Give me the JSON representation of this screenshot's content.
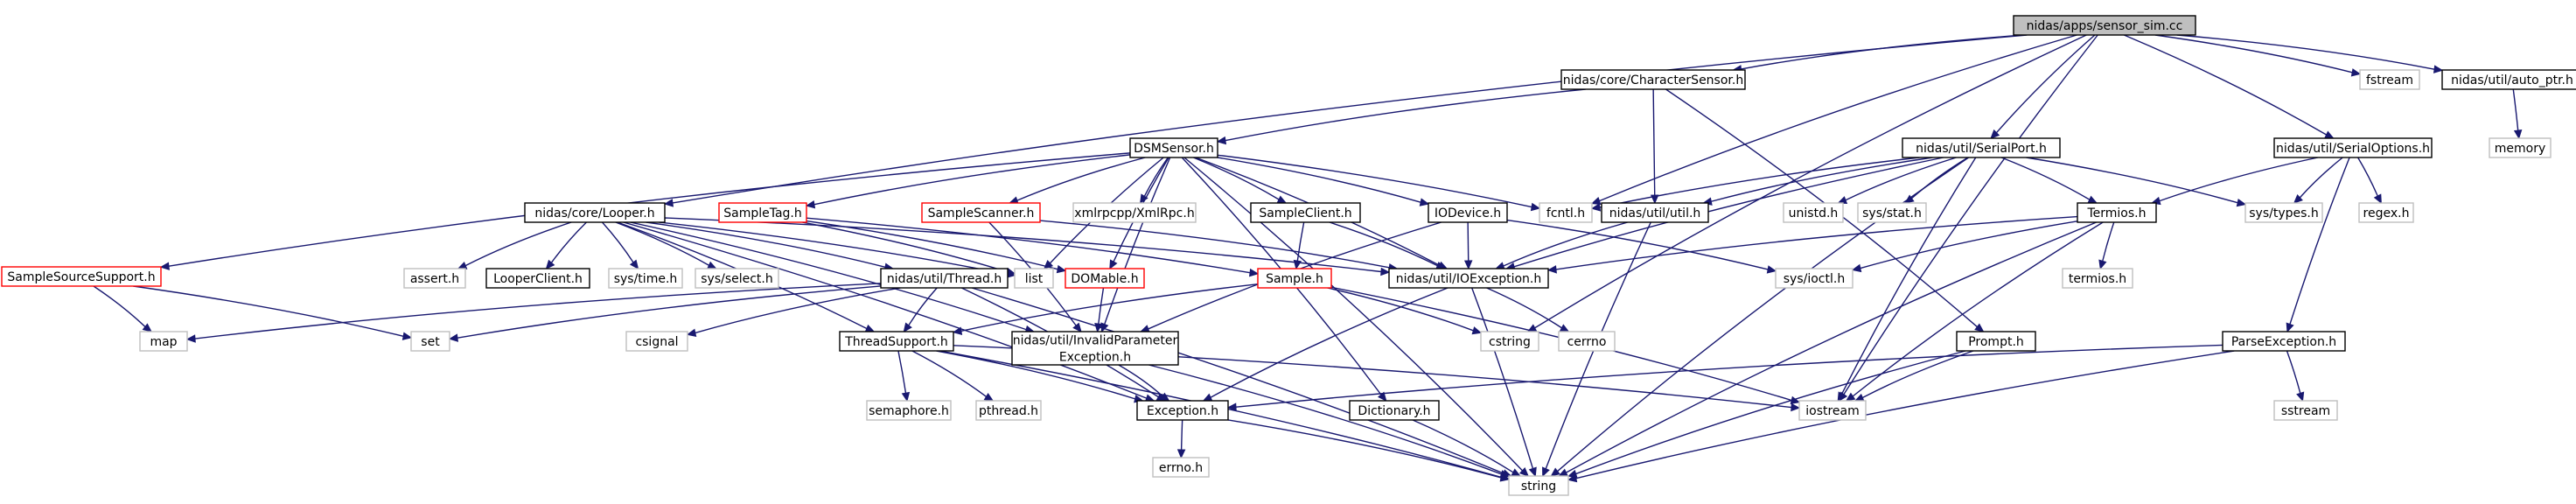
{
  "diagram": {
    "colors": {
      "edge": "#191970",
      "root_fill": "#bfbfbf",
      "box_border": "#000000",
      "flagged_border": "#ff0000",
      "external_border": "#bfbfbf"
    },
    "nodes": [
      {
        "id": "root",
        "label": "nidas/apps/sensor_sim.cc",
        "style": "root"
      },
      {
        "id": "charsensor",
        "label": "nidas/core/CharacterSensor.h",
        "style": "normal"
      },
      {
        "id": "dsmsensor",
        "label": "DSMSensor.h",
        "style": "normal"
      },
      {
        "id": "looper",
        "label": "nidas/core/Looper.h",
        "style": "normal"
      },
      {
        "id": "sampletag",
        "label": "SampleTag.h",
        "style": "red"
      },
      {
        "id": "samplescanner",
        "label": "SampleScanner.h",
        "style": "red"
      },
      {
        "id": "xmlrpc",
        "label": "xmlrpcpp/XmlRpc.h",
        "style": "grey"
      },
      {
        "id": "sampleclient",
        "label": "SampleClient.h",
        "style": "normal"
      },
      {
        "id": "iodevice",
        "label": "IODevice.h",
        "style": "normal"
      },
      {
        "id": "fcntl",
        "label": "fcntl.h",
        "style": "grey"
      },
      {
        "id": "utilh",
        "label": "nidas/util/util.h",
        "style": "normal"
      },
      {
        "id": "serialport",
        "label": "nidas/util/SerialPort.h",
        "style": "normal"
      },
      {
        "id": "serialoptions",
        "label": "nidas/util/SerialOptions.h",
        "style": "normal"
      },
      {
        "id": "fstream",
        "label": "fstream",
        "style": "grey"
      },
      {
        "id": "autoptr",
        "label": "nidas/util/auto_ptr.h",
        "style": "normal"
      },
      {
        "id": "memory",
        "label": "memory",
        "style": "grey"
      },
      {
        "id": "sss",
        "label": "SampleSourceSupport.h",
        "style": "red"
      },
      {
        "id": "assert",
        "label": "assert.h",
        "style": "grey"
      },
      {
        "id": "looperclient",
        "label": "LooperClient.h",
        "style": "normal"
      },
      {
        "id": "systime",
        "label": "sys/time.h",
        "style": "grey"
      },
      {
        "id": "sysselect",
        "label": "sys/select.h",
        "style": "grey"
      },
      {
        "id": "threadh",
        "label": "nidas/util/Thread.h",
        "style": "normal"
      },
      {
        "id": "list",
        "label": "list",
        "style": "grey"
      },
      {
        "id": "domable",
        "label": "DOMable.h",
        "style": "red"
      },
      {
        "id": "sample",
        "label": "Sample.h",
        "style": "red"
      },
      {
        "id": "ioexception",
        "label": "nidas/util/IOException.h",
        "style": "normal"
      },
      {
        "id": "unistd",
        "label": "unistd.h",
        "style": "grey"
      },
      {
        "id": "sysstat",
        "label": "sys/stat.h",
        "style": "grey"
      },
      {
        "id": "termios",
        "label": "Termios.h",
        "style": "normal"
      },
      {
        "id": "systypes",
        "label": "sys/types.h",
        "style": "grey"
      },
      {
        "id": "regex",
        "label": "regex.h",
        "style": "grey"
      },
      {
        "id": "map",
        "label": "map",
        "style": "grey"
      },
      {
        "id": "set",
        "label": "set",
        "style": "grey"
      },
      {
        "id": "csignal",
        "label": "csignal",
        "style": "grey"
      },
      {
        "id": "threadsupport",
        "label": "ThreadSupport.h",
        "style": "normal"
      },
      {
        "id": "invalidparam",
        "label": "nidas/util/InvalidParameter\nException.h",
        "style": "normal"
      },
      {
        "id": "cstring",
        "label": "cstring",
        "style": "grey"
      },
      {
        "id": "cerrno",
        "label": "cerrno",
        "style": "grey"
      },
      {
        "id": "sysioctl",
        "label": "sys/ioctl.h",
        "style": "grey"
      },
      {
        "id": "termiosh",
        "label": "termios.h",
        "style": "grey"
      },
      {
        "id": "prompt",
        "label": "Prompt.h",
        "style": "normal"
      },
      {
        "id": "parseexc",
        "label": "ParseException.h",
        "style": "normal"
      },
      {
        "id": "semaphore",
        "label": "semaphore.h",
        "style": "grey"
      },
      {
        "id": "pthread",
        "label": "pthread.h",
        "style": "grey"
      },
      {
        "id": "exception",
        "label": "Exception.h",
        "style": "normal"
      },
      {
        "id": "dictionary",
        "label": "Dictionary.h",
        "style": "normal"
      },
      {
        "id": "iostream",
        "label": "iostream",
        "style": "grey"
      },
      {
        "id": "sstream",
        "label": "sstream",
        "style": "grey"
      },
      {
        "id": "errno",
        "label": "errno.h",
        "style": "grey"
      },
      {
        "id": "string",
        "label": "string",
        "style": "grey"
      }
    ],
    "edges": [
      [
        "root",
        "charsensor"
      ],
      [
        "root",
        "looper"
      ],
      [
        "root",
        "fcntl"
      ],
      [
        "root",
        "cstring"
      ],
      [
        "root",
        "serialport"
      ],
      [
        "root",
        "serialoptions"
      ],
      [
        "root",
        "fstream"
      ],
      [
        "root",
        "autoptr"
      ],
      [
        "root",
        "iostream"
      ],
      [
        "autoptr",
        "memory"
      ],
      [
        "charsensor",
        "dsmsensor"
      ],
      [
        "charsensor",
        "utilh"
      ],
      [
        "charsensor",
        "prompt"
      ],
      [
        "dsmsensor",
        "sss"
      ],
      [
        "dsmsensor",
        "list"
      ],
      [
        "dsmsensor",
        "sampletag"
      ],
      [
        "dsmsensor",
        "domable"
      ],
      [
        "dsmsensor",
        "samplescanner"
      ],
      [
        "dsmsensor",
        "xmlrpc"
      ],
      [
        "dsmsensor",
        "sampleclient"
      ],
      [
        "dsmsensor",
        "iodevice"
      ],
      [
        "dsmsensor",
        "fcntl"
      ],
      [
        "dsmsensor",
        "ioexception"
      ],
      [
        "dsmsensor",
        "invalidparam"
      ],
      [
        "dsmsensor",
        "dictionary"
      ],
      [
        "dsmsensor",
        "string"
      ],
      [
        "looper",
        "assert"
      ],
      [
        "looper",
        "looperclient"
      ],
      [
        "looper",
        "systime"
      ],
      [
        "looper",
        "sysselect"
      ],
      [
        "looper",
        "threadh"
      ],
      [
        "looper",
        "list"
      ],
      [
        "looper",
        "threadsupport"
      ],
      [
        "looper",
        "invalidparam"
      ],
      [
        "looper",
        "ioexception"
      ],
      [
        "looper",
        "exception"
      ],
      [
        "sampletag",
        "list"
      ],
      [
        "sampletag",
        "domable"
      ],
      [
        "sampletag",
        "sample"
      ],
      [
        "samplescanner",
        "invalidparam"
      ],
      [
        "samplescanner",
        "ioexception"
      ],
      [
        "sampleclient",
        "sample"
      ],
      [
        "sampleclient",
        "ioexception"
      ],
      [
        "iodevice",
        "ioexception"
      ],
      [
        "iodevice",
        "invalidparam"
      ],
      [
        "iodevice",
        "sysioctl"
      ],
      [
        "utilh",
        "ioexception"
      ],
      [
        "utilh",
        "string"
      ],
      [
        "serialport",
        "fcntl"
      ],
      [
        "serialport",
        "utilh"
      ],
      [
        "serialport",
        "unistd"
      ],
      [
        "serialport",
        "sysstat"
      ],
      [
        "serialport",
        "termios"
      ],
      [
        "serialport",
        "systypes"
      ],
      [
        "serialport",
        "ioexception"
      ],
      [
        "serialport",
        "iostream"
      ],
      [
        "serialport",
        "string"
      ],
      [
        "serialoptions",
        "termios"
      ],
      [
        "serialoptions",
        "systypes"
      ],
      [
        "serialoptions",
        "regex"
      ],
      [
        "serialoptions",
        "parseexc"
      ],
      [
        "termios",
        "sysioctl"
      ],
      [
        "termios",
        "termiosh"
      ],
      [
        "termios",
        "ioexception"
      ],
      [
        "termios",
        "iostream"
      ],
      [
        "termios",
        "string"
      ],
      [
        "sss",
        "map"
      ],
      [
        "sss",
        "set"
      ],
      [
        "threadh",
        "map"
      ],
      [
        "threadh",
        "set"
      ],
      [
        "threadh",
        "csignal"
      ],
      [
        "threadh",
        "threadsupport"
      ],
      [
        "threadh",
        "exception"
      ],
      [
        "threadh",
        "string"
      ],
      [
        "domable",
        "invalidparam"
      ],
      [
        "sample",
        "threadsupport"
      ],
      [
        "sample",
        "cstring"
      ],
      [
        "sample",
        "iostream"
      ],
      [
        "ioexception",
        "exception"
      ],
      [
        "ioexception",
        "string"
      ],
      [
        "ioexception",
        "cerrno"
      ],
      [
        "threadsupport",
        "semaphore"
      ],
      [
        "threadsupport",
        "pthread"
      ],
      [
        "threadsupport",
        "exception"
      ],
      [
        "threadsupport",
        "string"
      ],
      [
        "threadsupport",
        "iostream"
      ],
      [
        "invalidparam",
        "exception"
      ],
      [
        "invalidparam",
        "string"
      ],
      [
        "prompt",
        "iostream"
      ],
      [
        "prompt",
        "string"
      ],
      [
        "parseexc",
        "exception"
      ],
      [
        "parseexc",
        "sstream"
      ],
      [
        "parseexc",
        "string"
      ],
      [
        "exception",
        "errno"
      ],
      [
        "exception",
        "string"
      ],
      [
        "dictionary",
        "string"
      ]
    ]
  }
}
